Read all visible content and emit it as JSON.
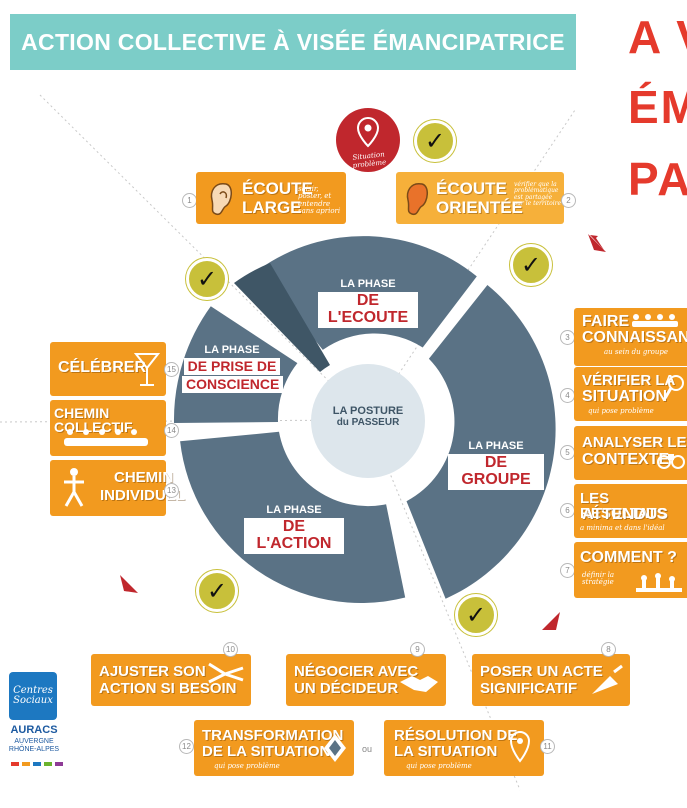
{
  "banner": {
    "title": "ACTION COLLECTIVE À VISÉE ÉMANCIPATRICE"
  },
  "heading_fragment": [
    "A V",
    "ÉM",
    "PAT"
  ],
  "center": {
    "line1": "LA POSTURE",
    "line2": "du PASSEUR"
  },
  "phases": {
    "ecoute": {
      "small": "LA PHASE",
      "big": "DE L'ECOUTE"
    },
    "groupe": {
      "small": "LA PHASE",
      "big": "DE GROUPE"
    },
    "action": {
      "small": "LA PHASE",
      "big": "DE L'ACTION"
    },
    "conscience": {
      "small": "LA PHASE",
      "big1": "DE PRISE DE",
      "big2": "CONSCIENCE"
    }
  },
  "pin_label": "Situation problème",
  "steps": {
    "s1": {
      "num": "1",
      "title1": "ÉCOUTE",
      "title2": "LARGE",
      "sub": "saisir, poster, et entendre sans apriori"
    },
    "s2": {
      "num": "2",
      "title1": "ÉCOUTE",
      "title2": "ORIENTÉE",
      "sub": "vérifier que la problématique est partagée sur le territoire"
    },
    "s3": {
      "num": "3",
      "title1": "FAIRE",
      "title2": "CONNAISSANCE",
      "sub": "au sein du groupe"
    },
    "s4": {
      "num": "4",
      "title1": "VÉRIFIER LA",
      "title2": "SITUATION",
      "sub": "qui pose problème"
    },
    "s5": {
      "num": "5",
      "title1": "ANALYSER LE",
      "title2": "CONTEXTE",
      "sub": ""
    },
    "s6": {
      "num": "6",
      "title1": "LES RÉSULTATS",
      "title2": "ATTENDUS",
      "sub": "a minima et dans l'idéal"
    },
    "s7": {
      "num": "7",
      "title1": "COMMENT ?",
      "title2": "",
      "sub": "définir la stratégie"
    },
    "s8": {
      "num": "8",
      "title1": "POSER UN ACTE",
      "title2": "SIGNIFICATIF",
      "sub": ""
    },
    "s9": {
      "num": "9",
      "title1": "NÉGOCIER AVEC",
      "title2": "UN DÉCIDEUR",
      "sub": ""
    },
    "s10": {
      "num": "10",
      "title1": "AJUSTER SON",
      "title2": "ACTION SI BESOIN",
      "sub": ""
    },
    "s11": {
      "num": "11",
      "title1": "RÉSOLUTION DE",
      "title2": "LA SITUATION",
      "sub": "qui pose problème"
    },
    "s12": {
      "num": "12",
      "title1": "TRANSFORMATION",
      "title2": "DE LA SITUATION",
      "sub": "qui pose problème"
    },
    "s13": {
      "num": "13",
      "title1": "CHEMIN",
      "title2": "INDIVIDUEL",
      "sub": ""
    },
    "s14": {
      "num": "14",
      "title1": "CHEMIN COLLECTIF",
      "title2": "",
      "sub": ""
    },
    "s15": {
      "num": "15",
      "title1": "CÉLÉBRER",
      "title2": "",
      "sub": ""
    }
  },
  "ou_label": "ou",
  "logo": {
    "script": "Centres Sociaux",
    "name": "AURACS",
    "region1": "AUVERGNE",
    "region2": "RHÔNE-ALPES"
  },
  "colors": {
    "teal": "#7ccdc8",
    "orange": "#f29a1f",
    "slate": "#5a7285",
    "red": "#e53a2c",
    "check": "#c8c03a"
  },
  "icons": [
    "map-pin-icon",
    "ear-icon",
    "check-icon",
    "people-icon",
    "magnifier-icon",
    "binoculars-icon",
    "chess-icon",
    "trowel-icon",
    "handshake-icon",
    "pliers-icon",
    "diamond-sign-icon",
    "pin-icon",
    "cocktail-icon",
    "arrow-icon"
  ]
}
